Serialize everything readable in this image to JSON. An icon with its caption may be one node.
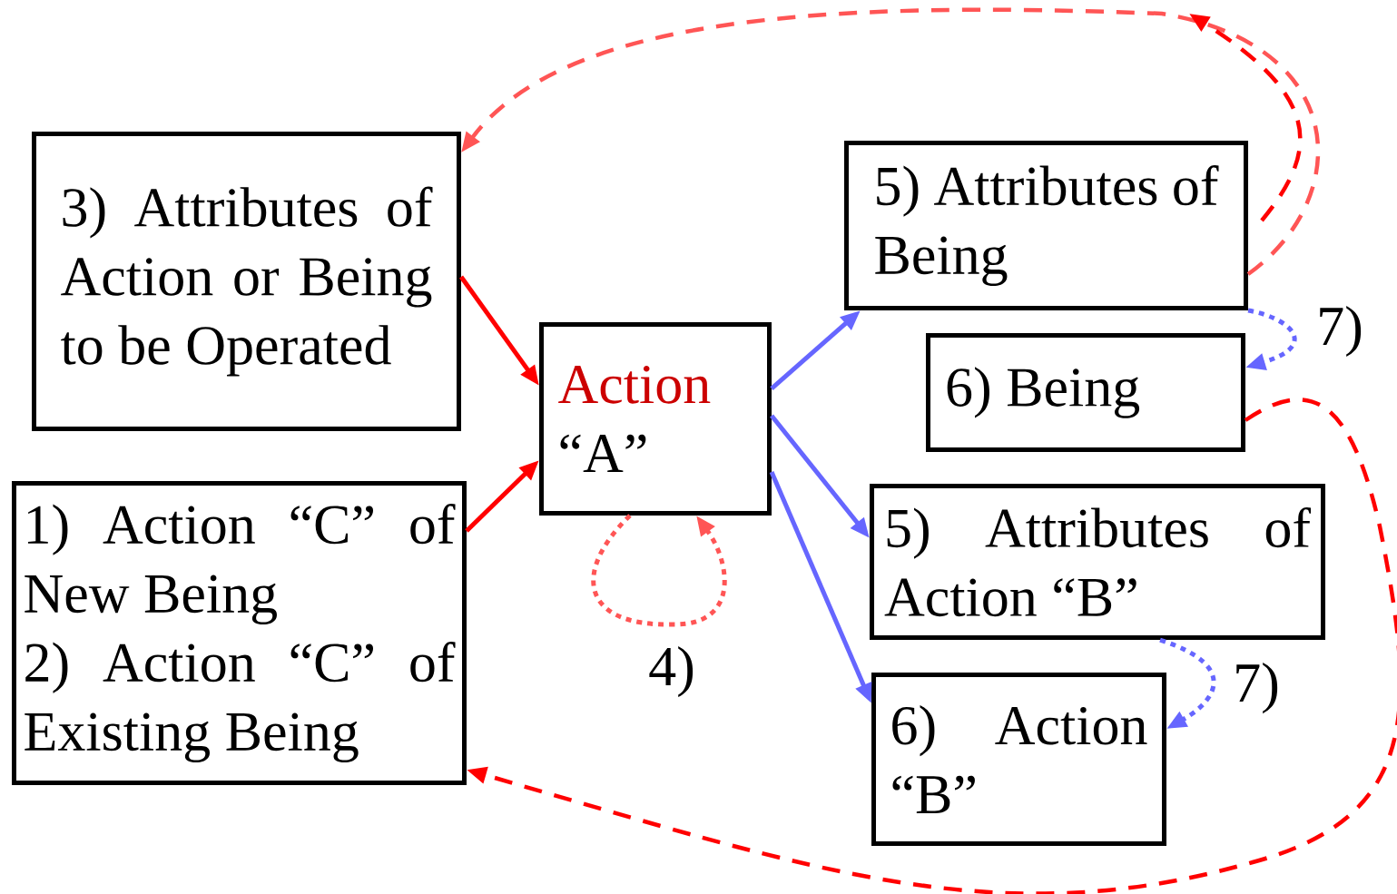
{
  "diagram": {
    "nodes": [
      {
        "text": [
          "3) Attributes of Action or Being to be Operated"
        ]
      },
      {
        "text": [
          "1) Action “C” of New Being",
          "2) Action “C” of Existing Being"
        ]
      },
      {
        "text": [
          "Action",
          "“A”"
        ]
      },
      {
        "text": [
          "5) Attributes of Being"
        ]
      },
      {
        "text": [
          "6) Being"
        ]
      },
      {
        "text": [
          "5) Attributes of Action “B”"
        ]
      },
      {
        "text": [
          "6) Action “B”"
        ]
      }
    ],
    "edges": [
      {
        "from": 0,
        "to": 2,
        "arrow": "to",
        "color": "#ff0000"
      },
      {
        "from": 1,
        "to": 2,
        "arrow": "to",
        "color": "#ff0000"
      },
      {
        "from": 2,
        "to": 2,
        "arrow": "to",
        "style": "dashed",
        "color": "#ff5555",
        "label": "4)"
      },
      {
        "from": 2,
        "to": 3,
        "arrow": "to",
        "color": "#6666ff"
      },
      {
        "from": 2,
        "to": 5,
        "arrow": "to",
        "color": "#6666ff"
      },
      {
        "from": 2,
        "to": 6,
        "arrow": "to",
        "color": "#6666ff"
      },
      {
        "from": 3,
        "to": 4,
        "arrow": "to",
        "style": "dashed",
        "color": "#6666ff",
        "label": "7)"
      },
      {
        "from": 5,
        "to": 6,
        "arrow": "to",
        "style": "dashed",
        "color": "#6666ff",
        "label": "7)"
      },
      {
        "from": 3,
        "to": 0,
        "arrow": "to",
        "style": "dashed",
        "color": "#ff5555"
      },
      {
        "from": 3,
        "to": null,
        "arrow": "to",
        "style": "dashed",
        "color": "#ff0000"
      },
      {
        "from": 4,
        "to": 1,
        "arrow": "to",
        "style": "dashed",
        "color": "#ff0000"
      }
    ]
  }
}
